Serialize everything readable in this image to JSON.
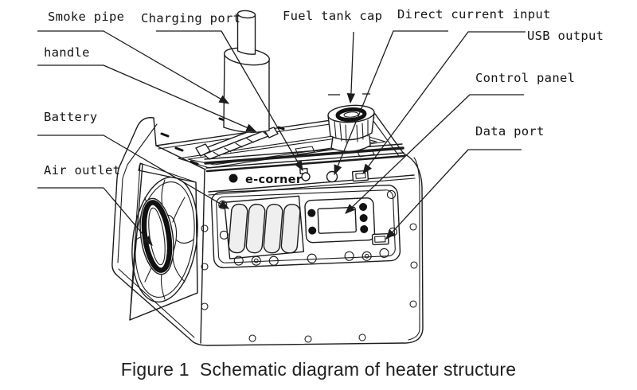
{
  "figure": {
    "caption": "Figure 1  Schematic diagram of heater structure",
    "brand": "e-corner"
  },
  "labels": {
    "smoke_pipe": "Smoke pipe",
    "charging_port": "Charging port",
    "fuel_tank_cap": "Fuel tank cap",
    "direct_current_input": "Direct current input",
    "usb_output": "USB output",
    "handle": "handle",
    "control_panel": "Control panel",
    "battery": "Battery",
    "data_port": "Data port",
    "air_outlet": "Air outlet"
  },
  "colors": {
    "line": "#1c1c1c",
    "background": "#ffffff"
  }
}
